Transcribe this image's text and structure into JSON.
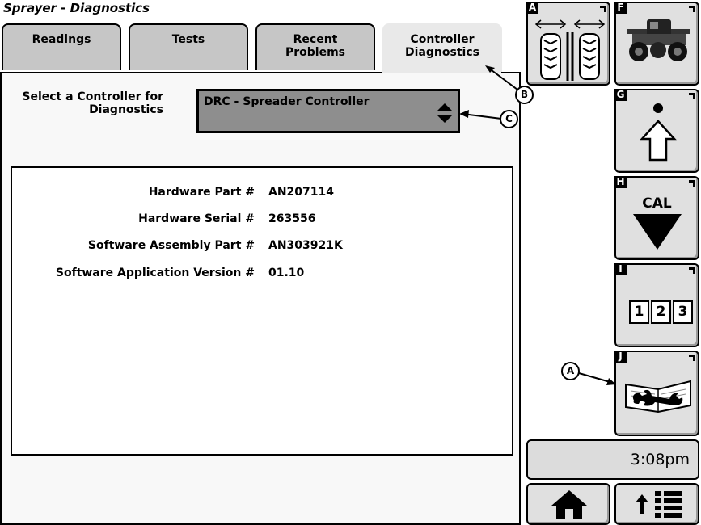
{
  "window": {
    "title": "Sprayer - Diagnostics"
  },
  "tabs": [
    {
      "label_line1": "Readings",
      "label_line2": ""
    },
    {
      "label_line1": "Tests",
      "label_line2": ""
    },
    {
      "label_line1": "Recent",
      "label_line2": "Problems"
    },
    {
      "label_line1": "Controller",
      "label_line2": "Diagnostics",
      "active": true
    }
  ],
  "controller_select": {
    "label_line1": "Select a Controller for",
    "label_line2": "Diagnostics",
    "selected_value": "DRC - Spreader Controller"
  },
  "info": [
    {
      "label": "Hardware Part #",
      "value": "AN207114"
    },
    {
      "label": "Hardware Serial #",
      "value": "263556"
    },
    {
      "label": "Software Assembly Part #",
      "value": "AN303921K"
    },
    {
      "label": "Software Application Version #",
      "value": "01.10"
    }
  ],
  "softkeys": {
    "A": {
      "key": "A",
      "icon": "track-spacing-icon"
    },
    "F": {
      "key": "F",
      "icon": "sprayer-vehicle-icon"
    },
    "G": {
      "key": "G",
      "icon": "shift-up-arrow-icon"
    },
    "H": {
      "key": "H",
      "icon": "calibration-icon",
      "label": "CAL"
    },
    "I": {
      "key": "I",
      "icon": "numeric-entry-icon",
      "digits": [
        "1",
        "2",
        "3"
      ]
    },
    "J": {
      "key": "J",
      "icon": "diagnostics-manual-wrench-icon"
    }
  },
  "status": {
    "time": "3:08pm"
  },
  "nav": {
    "home_icon": "home-icon",
    "menu_icon": "menu-list-icon"
  },
  "callouts": {
    "a": "A",
    "b": "B",
    "c": "C"
  }
}
